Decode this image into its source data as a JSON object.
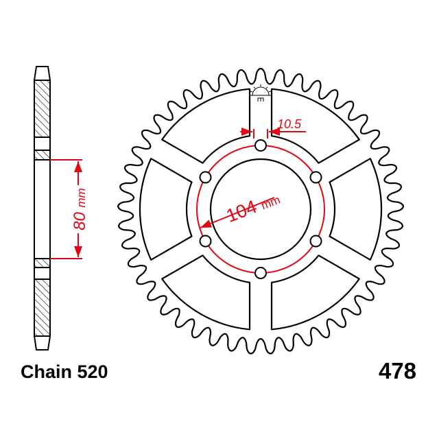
{
  "chain_label": "Chain 520",
  "part_number": "478",
  "dimensions": {
    "bolt_circle": {
      "value": "104",
      "unit": "mm"
    },
    "bolt_hole": "10.5",
    "center_bore": {
      "value": "80",
      "unit": "mm"
    }
  },
  "colors": {
    "outline": "#000000",
    "dimension": "#e30613"
  },
  "logo_icon": "sun-logo-icon"
}
